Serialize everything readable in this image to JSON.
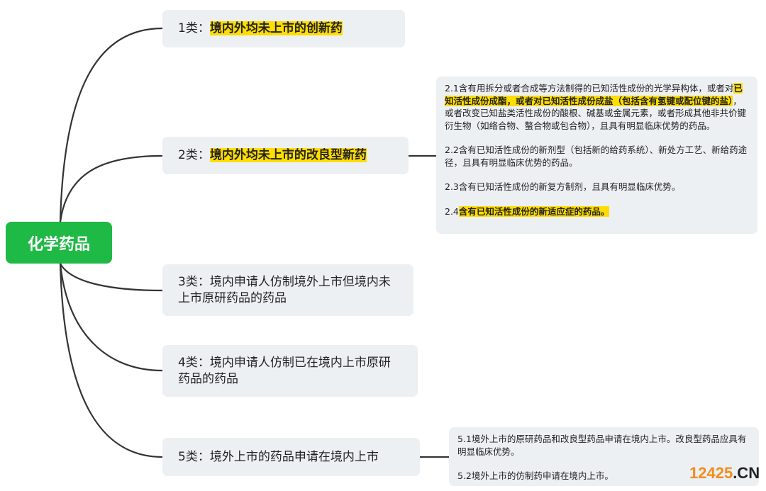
{
  "root": {
    "label": "化学药品",
    "color": "#1fb945"
  },
  "categories": [
    {
      "segments": [
        {
          "text": "1类：",
          "hl": false
        },
        {
          "text": "境内外均未上市的创新药",
          "hl": true
        }
      ]
    },
    {
      "segments": [
        {
          "text": "2类：",
          "hl": false
        },
        {
          "text": "境内外均未上市的改良型新药",
          "hl": true
        }
      ]
    },
    {
      "segments": [
        {
          "text": "3类：境内申请人仿制境外上市但境内未上市原研药品的药品",
          "hl": false
        }
      ]
    },
    {
      "segments": [
        {
          "text": "4类：境内申请人仿制已在境内上市原研药品的药品",
          "hl": false
        }
      ]
    },
    {
      "segments": [
        {
          "text": "5类：境外上市的药品申请在境内上市",
          "hl": false
        }
      ]
    }
  ],
  "details_2": [
    {
      "segments": [
        {
          "text": "2.1含有用拆分或者合成等方法制得的已知活性成份的光学异构体，或者对",
          "hl": false
        },
        {
          "text": "已知活性成份成酯，或者对已知活性成份成盐（包括含有氢键或配位键的盐）",
          "hl": true
        },
        {
          "text": "，或者改变已知盐类活性成份的酸根、碱基或金属元素，或者形成其他非共价键衍生物（如络合物、螯合物或包合物），且具有明显临床优势的药品。",
          "hl": false
        }
      ]
    },
    {
      "segments": [
        {
          "text": "2.2含有已知活性成份的新剂型（包括新的给药系统）、新处方工艺、新给药途径，且具有明显临床优势的药品。",
          "hl": false
        }
      ]
    },
    {
      "segments": [
        {
          "text": "2.3含有已知活性成份的新复方制剂，且具有明显临床优势。",
          "hl": false
        }
      ]
    },
    {
      "segments": [
        {
          "text": "2.4",
          "hl": false
        },
        {
          "text": "含有已知活性成份的新适应症的药品。",
          "hl": true
        }
      ]
    }
  ],
  "details_5": [
    {
      "segments": [
        {
          "text": "5.1境外上市的原研药品和改良型药品申请在境内上市。改良型药品应具有明显临床优势。",
          "hl": false
        }
      ]
    },
    {
      "segments": [
        {
          "text": "5.2境外上市的仿制药申请在境内上市。",
          "hl": false
        }
      ]
    }
  ],
  "watermark": {
    "num": "12425",
    "suffix": ".CN",
    "num_color": "#f28c1e",
    "suffix_color": "#222222"
  },
  "highlight_color": "#ffdd00"
}
